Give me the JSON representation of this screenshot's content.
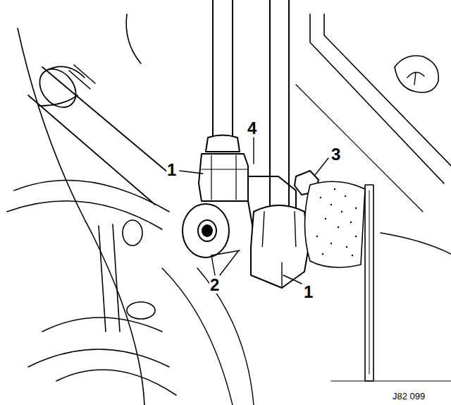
{
  "diagram": {
    "labels": [
      "4",
      "1",
      "3",
      "2",
      "1",
      "J82 099"
    ]
  }
}
